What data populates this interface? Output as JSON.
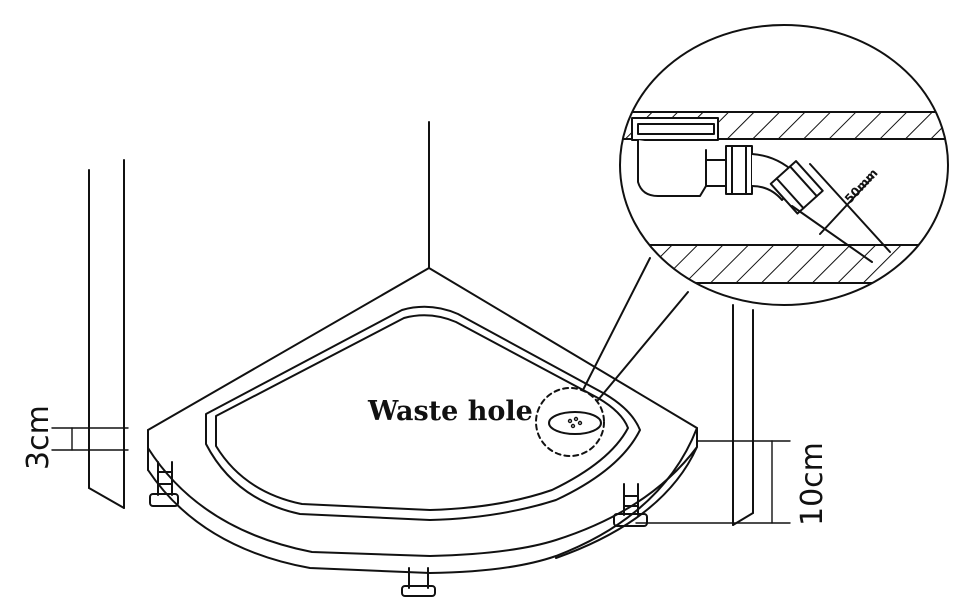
{
  "labels": {
    "waste_hole": "Waste hole",
    "floor_gap": "3cm",
    "tray_height": "10cm",
    "pipe_diameter": "50mm"
  },
  "colors": {
    "line": "#111111",
    "background": "#ffffff"
  }
}
